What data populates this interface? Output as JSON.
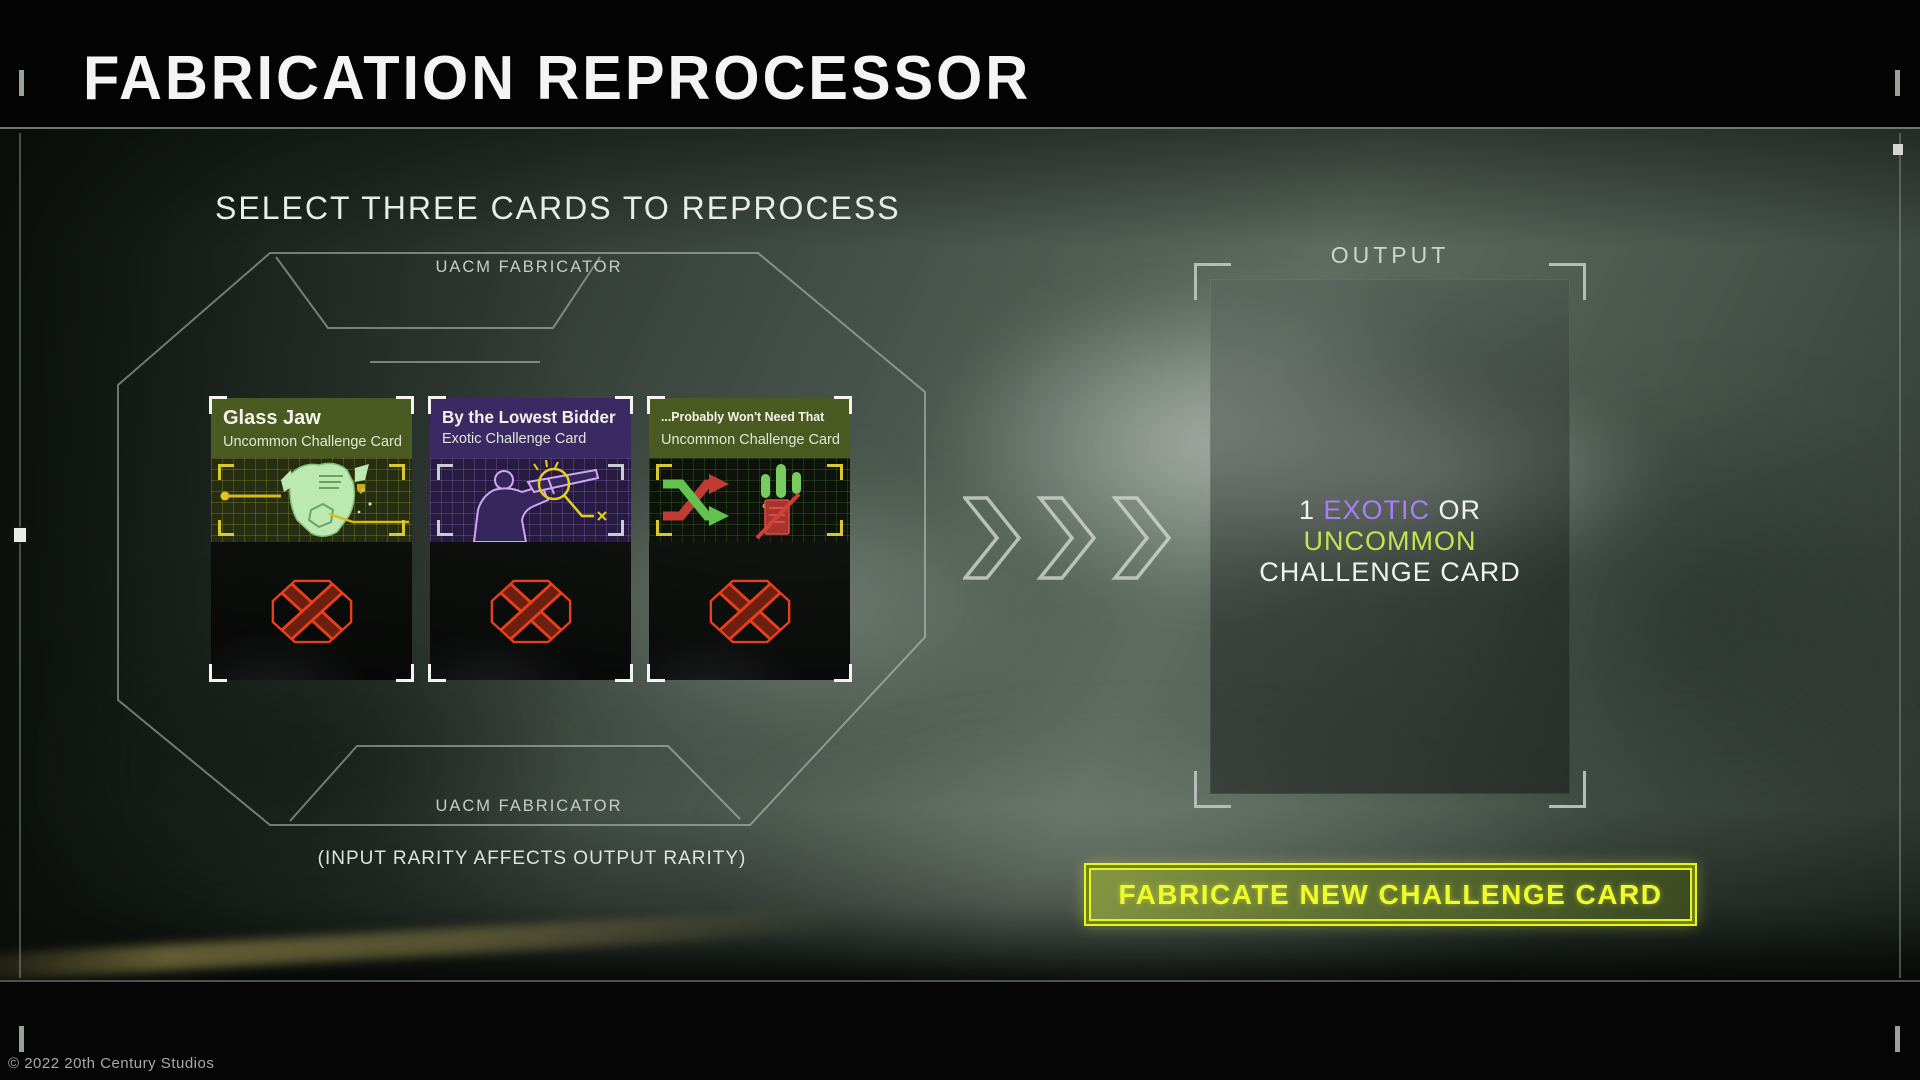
{
  "header": {
    "title": "FABRICATION REPROCESSOR"
  },
  "select": {
    "heading": "SELECT THREE CARDS TO REPROCESS"
  },
  "fabricator": {
    "label_top": "UACM FABRICATOR",
    "label_bottom": "UACM FABRICATOR",
    "note": "(INPUT RARITY AFFECTS OUTPUT RARITY)"
  },
  "cards": [
    {
      "title": "Glass Jaw",
      "subtitle": "Uncommon Challenge Card",
      "rarity": "uncommon",
      "art_icon": "armor-chestplate-icon",
      "remove_icon": "remove-x-icon"
    },
    {
      "title": "By the Lowest Bidder",
      "subtitle": "Exotic Challenge Card",
      "rarity": "exotic",
      "art_icon": "aiming-soldier-icon",
      "remove_icon": "remove-x-icon"
    },
    {
      "title": "...Probably Won't Need That",
      "subtitle": "Uncommon Challenge Card",
      "rarity": "uncommon",
      "art_icon": "ammo-swap-icon",
      "remove_icon": "remove-x-icon"
    }
  ],
  "transfer": {
    "icon": "chevrons-right-icon"
  },
  "output": {
    "label": "OUTPUT",
    "result": {
      "count": "1",
      "rarity_a": "EXOTIC",
      "conjunction": "OR",
      "rarity_b": "UNCOMMON",
      "noun": "CHALLENGE CARD"
    },
    "button_label": "FABRICATE NEW CHALLENGE CARD"
  },
  "footer": {
    "copyright": "© 2022 20th Century Studios"
  },
  "colors": {
    "accent_yellow": "#e8f82a",
    "exotic_purple": "#a77ef5",
    "uncommon_green": "#c6e24c",
    "danger_red": "#e8401c",
    "uncommon_header": "#4a5a21",
    "exotic_header": "#3a2a63"
  }
}
